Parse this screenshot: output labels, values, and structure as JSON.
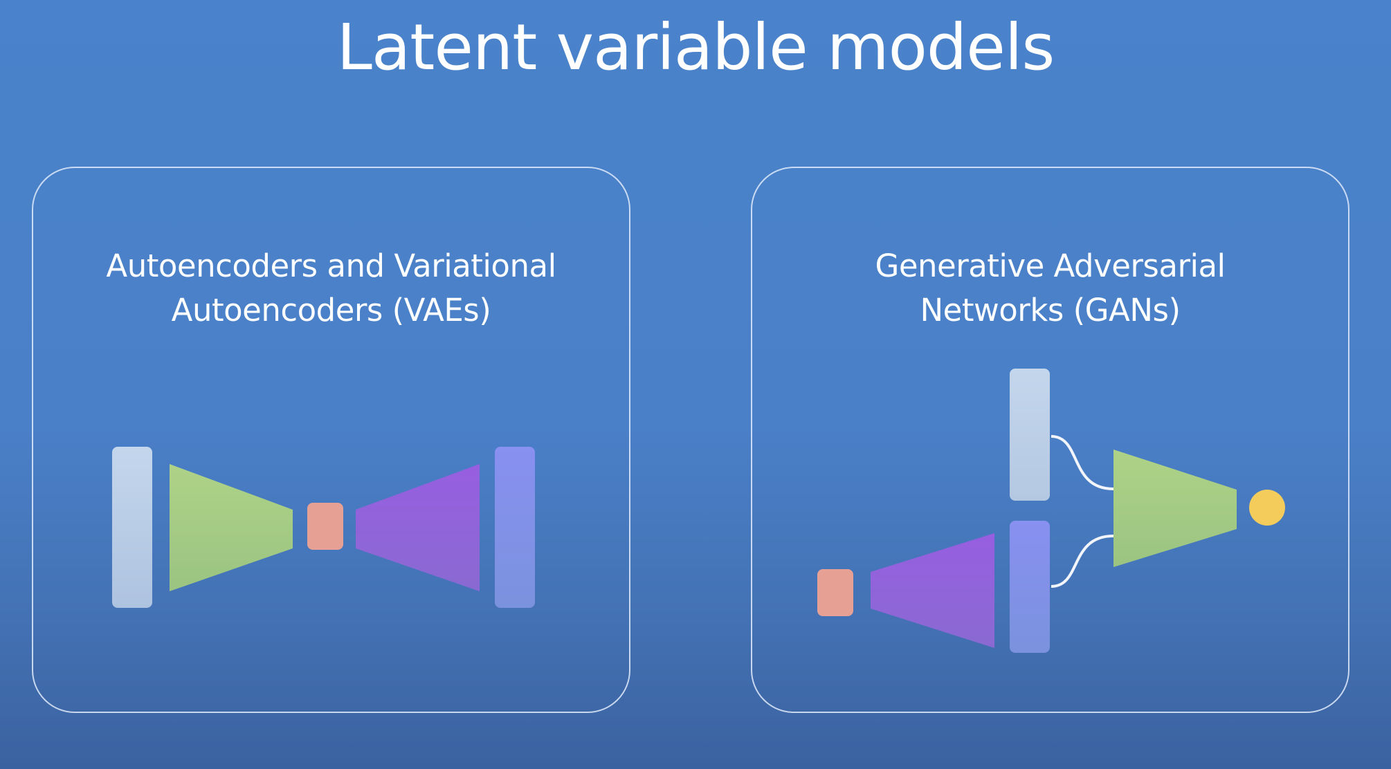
{
  "slide": {
    "title": "Latent variable models"
  },
  "panels": {
    "left": {
      "title_line1": "Autoencoders and Variational",
      "title_line2": "Autoencoders (VAEs)",
      "icons": [
        "input-bar",
        "encoder-trapezoid",
        "latent-square",
        "decoder-trapezoid",
        "output-bar"
      ]
    },
    "right": {
      "title_line1": "Generative Adversarial",
      "title_line2": "Networks (GANs)",
      "icons": [
        "noise-square",
        "generator-trapezoid",
        "generated-bar",
        "real-data-bar",
        "connector-lines",
        "discriminator-trapezoid",
        "output-circle"
      ]
    }
  },
  "colors": {
    "background": "#4a82ca",
    "data_bar": "#bcd0e8",
    "encoder": "#a9cd86",
    "latent": "#e6a094",
    "decoder": "#9364d9",
    "generated_bar": "#8093ec",
    "output": "#f3cc5c",
    "border": "#e1ebfa"
  }
}
